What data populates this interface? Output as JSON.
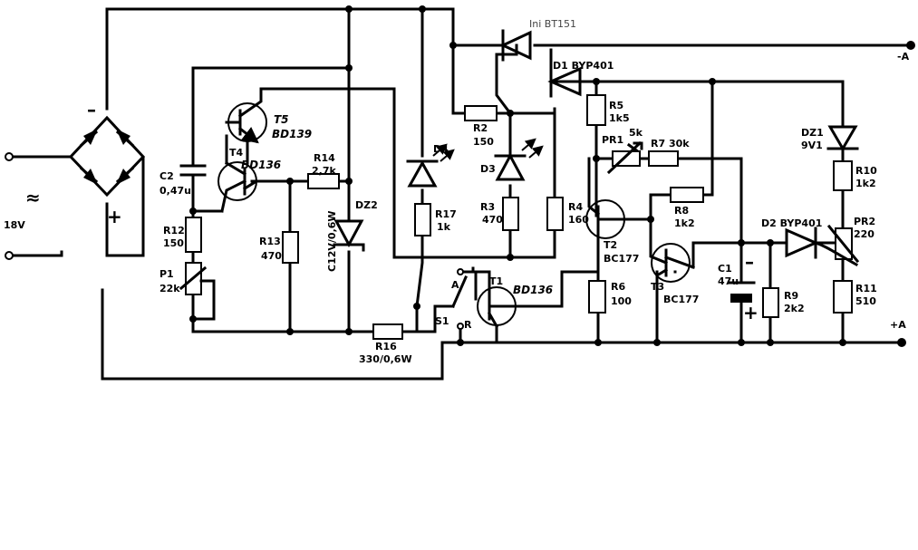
{
  "supply": {
    "voltage": "18V",
    "tilde": "≈",
    "minus": "–",
    "plus": "+"
  },
  "outputs": {
    "neg": "-A",
    "pos": "+A"
  },
  "components": {
    "thyristor": "Ini BT151",
    "d1": "D1 BYP401",
    "r5_name": "R5",
    "r5_val": "1k5",
    "dz1_name": "DZ1",
    "dz1_val": "9V1",
    "r10_name": "R10",
    "r10_val": "1k2",
    "pr1_name": "PR1",
    "pr1_val": "5k",
    "r7": "R7 30k",
    "r2_name": "R2",
    "r2_val": "150",
    "d4": "D4",
    "d3": "D3",
    "r3_name": "R3",
    "r3_val": "470",
    "r4_name": "R4",
    "r4_val": "160",
    "r17_name": "R17",
    "r17_val": "1k",
    "t2_name": "T2",
    "t2_val": "BC177",
    "r8_name": "R8",
    "r8_val": "1k2",
    "d2": "D2 BYP401",
    "pr2_name": "PR2",
    "pr2_val": "220",
    "t3_name": "T3",
    "t3_val": "BC177",
    "c1_name": "C1",
    "c1_val": "47u",
    "c1_minus": "–",
    "c1_plus": "+",
    "r9_name": "R9",
    "r9_val": "2k2",
    "r11_name": "R11",
    "r11_val": "510",
    "r6_name": "R6",
    "r6_val": "100",
    "t1_name": "T1",
    "t1_val": "BD136",
    "s1_name": "S1",
    "s1_a": "A",
    "s1_r": "R",
    "r16_name": "R16",
    "r16_val": "330/0,6W",
    "t5_name": "T5",
    "t5_val": "BD139",
    "t4_name": "T4",
    "t4_val": "BD136",
    "r14_name": "R14",
    "r14_val": "2,7k",
    "c2_name": "C2",
    "c2_val": "0,47u",
    "r12_name": "R12",
    "r12_val": "150",
    "r13_name": "R13",
    "r13_val": "470",
    "dz2_name": "DZ2",
    "dz2_val": "C12V/0,6W",
    "p1_name": "P1",
    "p1_val": "22k"
  }
}
